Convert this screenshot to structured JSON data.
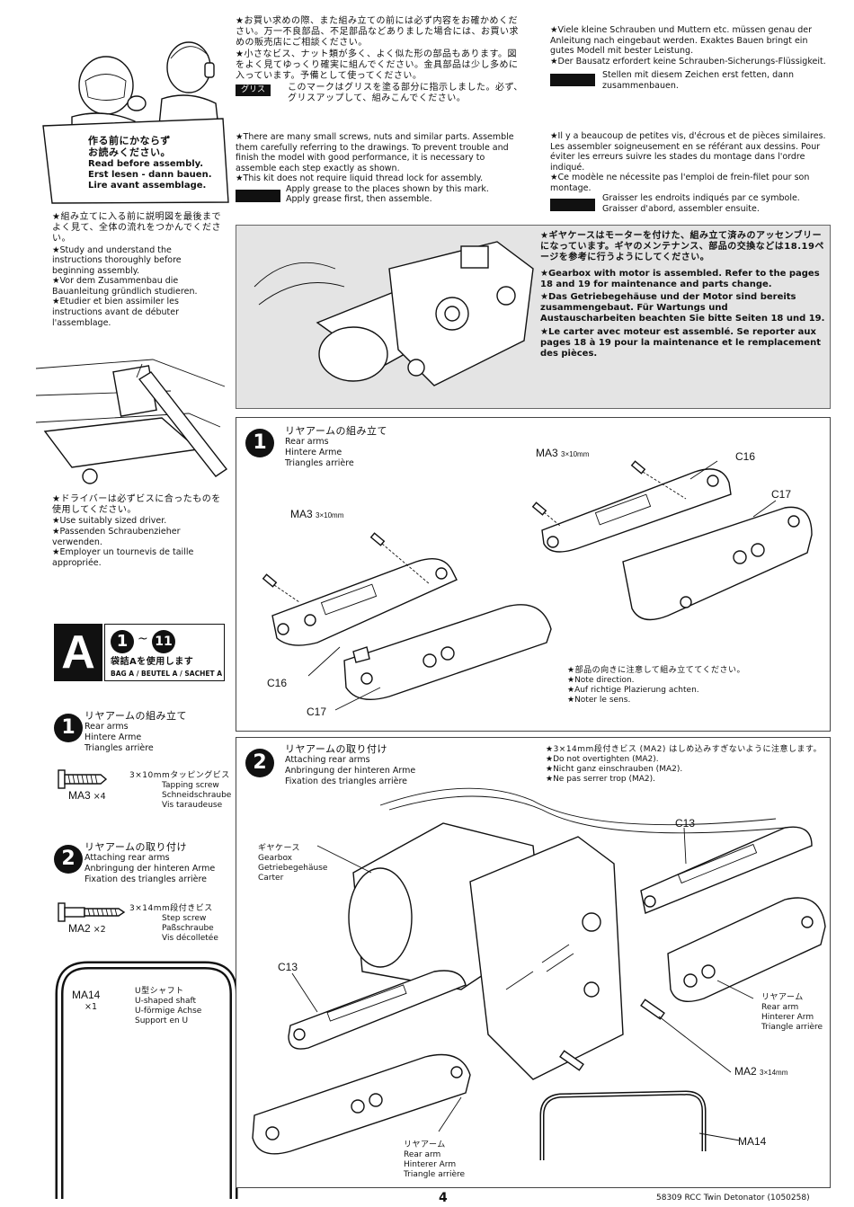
{
  "intro": {
    "jp_title": "作る前にかならず\nお読みください。",
    "read_en": "Read before assembly.",
    "read_de": "Erst lesen - dann bauen.",
    "read_fr": "Lire avant assemblage."
  },
  "study": {
    "jp": "★組み立てに入る前に説明図を最後までよく見て、全体の流れをつかんでください。",
    "en": "★Study and understand the instructions thoroughly before beginning assembly.",
    "de": "★Vor dem Zusammenbau die Bauanleitung gründlich studieren.",
    "fr": "★Etudier et bien assimiler les instructions avant de débuter l'assemblage."
  },
  "driver": {
    "jp": "★ドライバーは必ずビスに合ったものを使用してください。",
    "en": "★Use suitably sized driver.",
    "de": "★Passenden Schraubenzieher verwenden.",
    "fr": "★Employer un tournevis de taille appropriée."
  },
  "notes_jp": {
    "p1": "★お買い求めの際、また組み立ての前には必ず内容をお確かめください。万一不良部品、不足部品などありました場合には、お買い求めの販売店にご相談ください。",
    "p2": "★小さなビス、ナット類が多く、よく似た形の部品もあります。図をよく見てゆっくり確実に組んでください。金具部品は少し多めに入っています。予備として使ってください。",
    "grease_tag": "グリス",
    "grease": "このマークはグリスを塗る部分に指示しました。必ず、グリスアップして、組みこんでください。"
  },
  "notes_en": {
    "p1": "★There are many small screws, nuts and similar parts. Assemble them carefully referring to the drawings. To prevent trouble and finish the model with good performance, it is necessary to assemble each step exactly as shown.",
    "p2": "★This kit does not require liquid thread lock for assembly.",
    "grease1": "Apply grease to the places shown by this mark.",
    "grease2": "Apply grease first, then assemble."
  },
  "notes_de": {
    "p1": "★Viele kleine Schrauben und Muttern etc. müssen genau der Anleitung nach eingebaut werden. Exaktes Bauen bringt ein gutes Modell mit bester Leistung.",
    "p2": "★Der Bausatz erfordert keine Schrauben-Sicherungs-Flüssigkeit.",
    "grease": "Stellen mit diesem Zeichen erst fetten, dann zusammenbauen."
  },
  "notes_fr": {
    "p1": "★Il y a beaucoup de petites vis, d'écrous et de pièces similaires. Les assembler soigneusement en se référant aux dessins. Pour éviter les erreurs suivre les stades du montage dans l'ordre indiqué.",
    "p2": "★Ce modèle ne nécessite pas l'emploi de frein-filet pour son montage.",
    "grease1": "Graisser les endroits indiqués par ce symbole.",
    "grease2": "Graisser d'abord, assembler ensuite."
  },
  "gearbox_note": {
    "jp": "★ギヤケースはモーターを付けた、組み立て済みのアッセンブリーになっています。ギヤのメンテナンス、部品の交換などは18.19ページを参考に行うようにしてください。",
    "en": "★Gearbox with motor is assembled. Refer to the pages 18 and 19 for maintenance and parts change.",
    "de": "★Das Getriebegehäuse und der Motor sind bereits zusammengebaut. Für Wartungs und Austauscharbeiten beachten Sie bitte Seiten 18 und 19.",
    "fr": "★Le carter avec moteur est assemblé. Se reporter aux pages 18 à 19 pour la maintenance et le remplacement des pièces."
  },
  "bag": {
    "letter": "A",
    "range_from": "1",
    "range_sep": "~",
    "range_to": "11",
    "jp": "袋詰Aを使用します",
    "label": "BAG A / BEUTEL A / SACHET A"
  },
  "side_step1": {
    "num": "1",
    "jp": "リヤアームの組み立て",
    "en": "Rear arms",
    "de": "Hintere Arme",
    "fr": "Triangles arrière",
    "screw_jp": "3×10mmタッピングビス",
    "screw_en": "Tapping screw",
    "screw_de": "Schneidschraube",
    "screw_fr": "Vis taraudeuse",
    "code": "MA3",
    "qty": "×4"
  },
  "side_step2": {
    "num": "2",
    "jp": "リヤアームの取り付け",
    "en": "Attaching rear arms",
    "de": "Anbringung der hinteren Arme",
    "fr": "Fixation des triangles arrière",
    "screw_jp": "3×14mm段付きビス",
    "screw_en": "Step screw",
    "screw_de": "Paßschraube",
    "screw_fr": "Vis décolletée",
    "code": "MA2",
    "qty": "×2",
    "shaft_code": "MA14",
    "shaft_qty": "×1",
    "shaft_jp": "U型シャフト",
    "shaft_en": "U-shaped shaft",
    "shaft_de": "U-förmige Achse",
    "shaft_fr": "Support en U"
  },
  "step1": {
    "num": "1",
    "jp": "リヤアームの組み立て",
    "en": "Rear arms",
    "de": "Hintere Arme",
    "fr": "Triangles arrière",
    "ma3": "MA3",
    "ma3_size": "3×10mm",
    "c16": "C16",
    "c17": "C17",
    "note_jp": "★部品の向きに注意して組み立ててください。",
    "note_en": "★Note direction.",
    "note_de": "★Auf richtige Plazierung achten.",
    "note_fr": "★Noter le sens."
  },
  "step2": {
    "num": "2",
    "jp": "リヤアームの取り付け",
    "en": "Attaching rear arms",
    "de": "Anbringung der hinteren Arme",
    "fr": "Fixation des triangles arrière",
    "note_jp": "★3×14mm段付きビス (MA2) はしめ込みすぎないように注意します。",
    "note_en": "★Do not overtighten (MA2).",
    "note_de": "★Nicht ganz einschrauben (MA2).",
    "note_fr": "★Ne pas serrer trop (MA2).",
    "gearbox_jp": "ギヤケース",
    "gearbox_en": "Gearbox",
    "gearbox_de": "Getriebegehäuse",
    "gearbox_fr": "Carter",
    "c13": "C13",
    "arm_jp": "リヤアーム",
    "arm_en": "Rear arm",
    "arm_de": "Hinterer Arm",
    "arm_fr": "Triangle arrière",
    "ma2": "MA2",
    "ma2_size": "3×14mm",
    "ma14": "MA14"
  },
  "footer": {
    "page": "4",
    "code": "58309 RCC Twin Detonator (1050258)"
  }
}
